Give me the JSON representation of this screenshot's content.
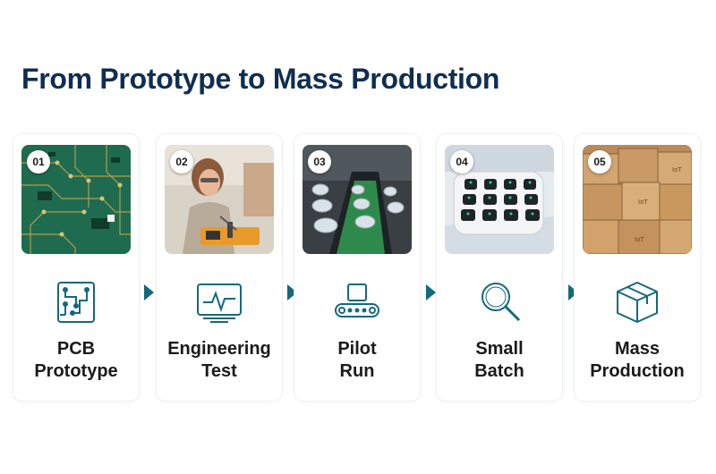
{
  "title": "From Prototype to Mass Production",
  "steps": [
    {
      "number": "01",
      "line1": "PCB",
      "line2": "Prototype",
      "icon": "circuit-board-icon",
      "photo": "green circuit board"
    },
    {
      "number": "02",
      "line1": "Engineering",
      "line2": "Test",
      "icon": "oscilloscope-icon",
      "photo": "engineer testing electronics"
    },
    {
      "number": "03",
      "line1": "Pilot",
      "line2": "Run",
      "icon": "conveyor-icon",
      "photo": "assembly line"
    },
    {
      "number": "04",
      "line1": "Small",
      "line2": "Batch",
      "icon": "magnifier-icon",
      "photo": "keypad device"
    },
    {
      "number": "05",
      "line1": "Mass",
      "line2": "Production",
      "icon": "box-icon",
      "photo": "stacked shipping boxes"
    }
  ],
  "colors": {
    "title": "#0f2e52",
    "accent": "#14697c",
    "label": "#1a1a1a"
  }
}
